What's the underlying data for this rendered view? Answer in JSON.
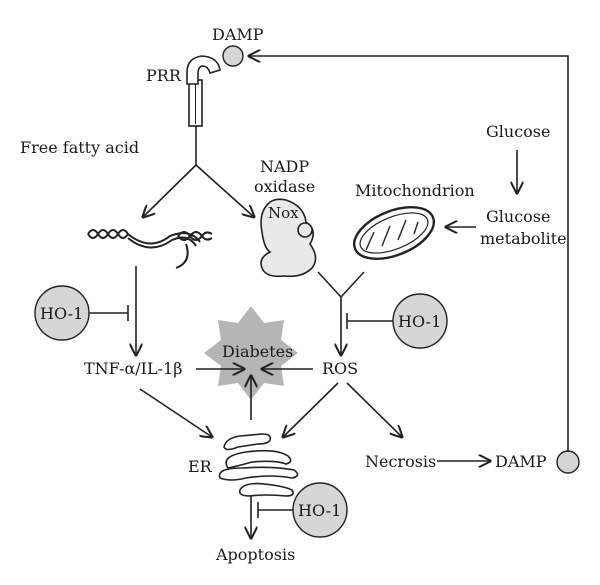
{
  "labels": {
    "damp_top": "DAMP",
    "prr": "PRR",
    "free_fatty_acid": "Free fatty acid",
    "nadp_line1": "NADP",
    "nadp_line2": "oxidase",
    "nox": "Nox",
    "mitochondrion": "Mitochondrion",
    "glucose": "Glucose",
    "glucose_metabolite_line1": "Glucose",
    "glucose_metabolite_line2": "metabolite",
    "ho1_left": "HO-1",
    "ho1_right": "HO-1",
    "ho1_bottom": "HO-1",
    "tnf": "TNF-α/IL-1β",
    "diabetes": "Diabetes",
    "ros": "ROS",
    "er": "ER",
    "necrosis": "Necrosis",
    "damp_bottom": "DAMP",
    "apoptosis": "Apoptosis"
  },
  "colors": {
    "circle_fill": "#d6d6d6",
    "star_fill": "#b5b5b5",
    "stroke": "#222222"
  }
}
